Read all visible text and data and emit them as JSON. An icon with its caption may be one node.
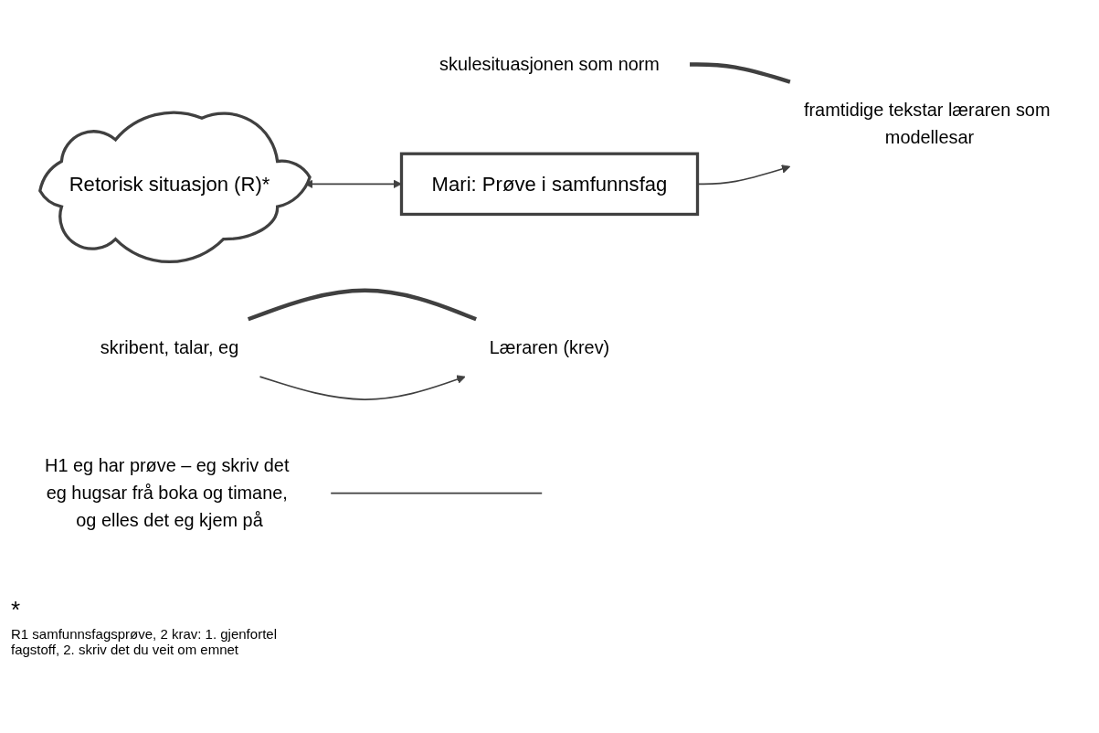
{
  "diagram": {
    "nodes": [
      {
        "text": [
          "skulesituasjonen som norm"
        ]
      },
      {
        "text": [
          "skribent, talar, eg"
        ]
      },
      {
        "text": [
          "Retorisk situasjon (R)*"
        ]
      },
      {
        "text": [
          "Mari: Prøve i samfunnsfag"
        ]
      },
      {
        "text": [
          "Læraren (krev)"
        ]
      },
      {
        "text": [
          "framtidige tekstar læraren som modellesar"
        ]
      },
      {
        "text": [
          "H1 eg har prøve – eg skriv det eg hugsar frå boka og timane, og elles det eg kjem på"
        ]
      }
    ],
    "edges": [
      {
        "from": 0,
        "to": 5,
        "arrow": "none",
        "style": "thick"
      },
      {
        "from": 1,
        "to": 4,
        "arrow": "none",
        "style": "thick"
      },
      {
        "from": 1,
        "to": 4,
        "arrow": "to"
      },
      {
        "from": 3,
        "to": 5,
        "arrow": "to"
      },
      {
        "from": 2,
        "to": 3,
        "arrow": "both"
      },
      {
        "from": 6,
        "to": null,
        "arrow": "none"
      }
    ],
    "labels": [
      "*",
      "R1 samfunnsfagsprøve, 2 krav: 1. gjenfortel fagstoff, 2. skriv det du veit om emnet"
    ]
  }
}
